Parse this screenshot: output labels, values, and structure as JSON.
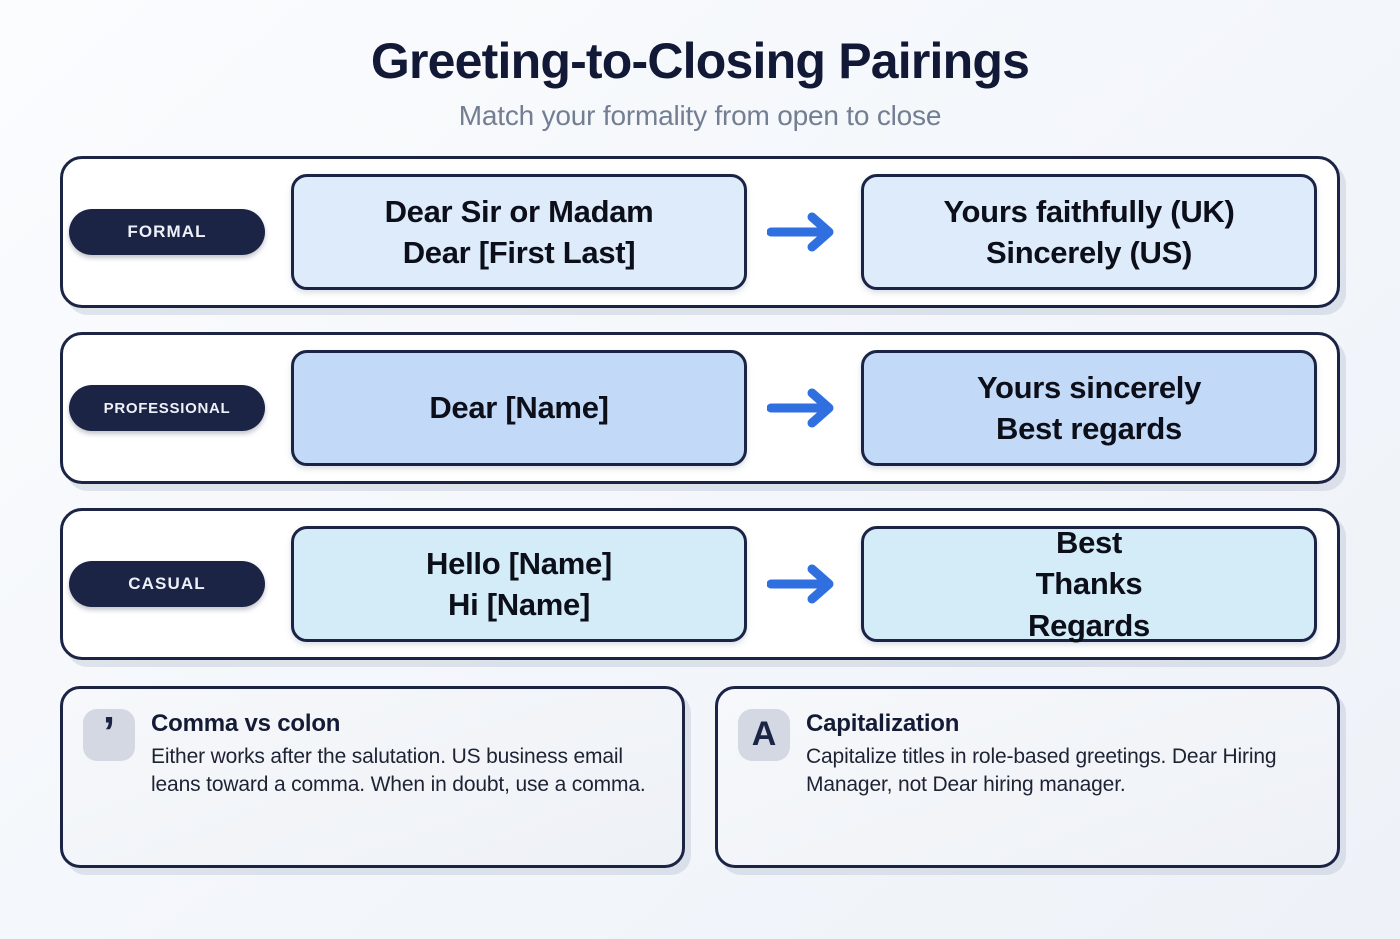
{
  "header": {
    "title": "Greeting-to-Closing Pairings",
    "subtitle": "Match your formality from open to close"
  },
  "colors": {
    "ink": "#1b2445",
    "accent_arrow": "#2f6fe0",
    "badge_bg": "#1b2445",
    "formal_fill": "#ddebfa",
    "professional_fill": "#c2daf7",
    "casual_fill": "#d3ecf8",
    "page_bg": "#f4f7fb",
    "note_icon_bg": "#d3d8e2"
  },
  "rows": [
    {
      "badge": "FORMAL",
      "greeting_lines": [
        "Dear Sir or Madam",
        "Dear [First Last]"
      ],
      "arrow_icon": "arrow-right-icon",
      "closing_lines": [
        "Yours faithfully (UK)",
        "Sincerely (US)"
      ]
    },
    {
      "badge": "PROFESSIONAL",
      "greeting_lines": [
        "Dear [Name]"
      ],
      "arrow_icon": "arrow-right-icon",
      "closing_lines": [
        "Yours sincerely",
        "Best regards"
      ]
    },
    {
      "badge": "CASUAL",
      "greeting_lines": [
        "Hello [Name]",
        "Hi [Name]"
      ],
      "arrow_icon": "arrow-right-icon",
      "closing_lines": [
        "Best",
        "Thanks",
        "Regards"
      ]
    }
  ],
  "notes": [
    {
      "icon_glyph": "’",
      "icon_name": "comma-icon",
      "title": "Comma vs colon",
      "text": "Either works after the salutation. US business email leans toward a comma. When in doubt, use a comma."
    },
    {
      "icon_glyph": "A",
      "icon_name": "letter-a-icon",
      "title": "Capitalization",
      "text": "Capitalize titles in role-based greetings. Dear Hiring Manager, not Dear hiring manager."
    }
  ]
}
